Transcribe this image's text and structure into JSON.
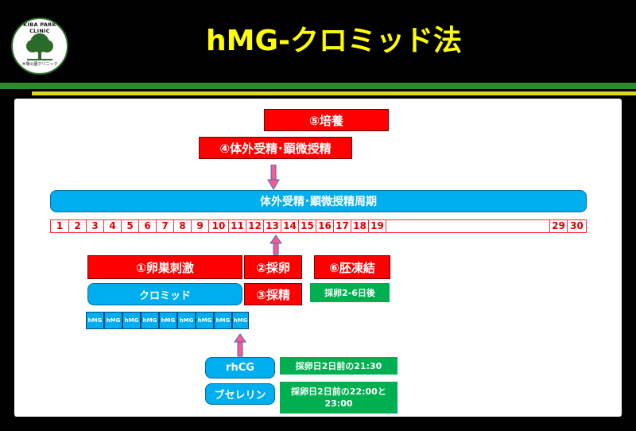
{
  "logo": {
    "name": "KIBA PARK CLINIC",
    "sub": "木場公園クリニック"
  },
  "title": "hMG-クロミッド法",
  "boxes": {
    "culture": "⑤培養",
    "ivf": "④体外受精･顕微授精",
    "cycle": "体外受精･顕微授精周期",
    "ovarian_stimulation": "①卵巣刺激",
    "egg_retrieval": "②採卵",
    "sperm_collection": "③採精",
    "embryo_freezing": "⑥胚凍結",
    "freeze_timing": "採卵2-6日後",
    "clomid": "クロミッド",
    "rhcg": "rhCG",
    "rhcg_timing": "採卵日2日前の21:30",
    "buserelin": "ブセレリン",
    "buserelin_timing": "採卵日2日前の22:00と 23:00"
  },
  "days": [
    "1",
    "2",
    "3",
    "4",
    "5",
    "6",
    "7",
    "8",
    "9",
    "10",
    "11",
    "12",
    "13",
    "14",
    "15",
    "16",
    "17",
    "18",
    "19",
    "29",
    "30"
  ],
  "hmg": [
    "hMG",
    "hMG",
    "hMG",
    "hMG",
    "hMG",
    "hMG",
    "hMG",
    "hMG",
    "hMG"
  ],
  "colors": {
    "red": "#ff0000",
    "blue": "#00aeef",
    "green": "#00b050",
    "title": "#ffff00"
  }
}
